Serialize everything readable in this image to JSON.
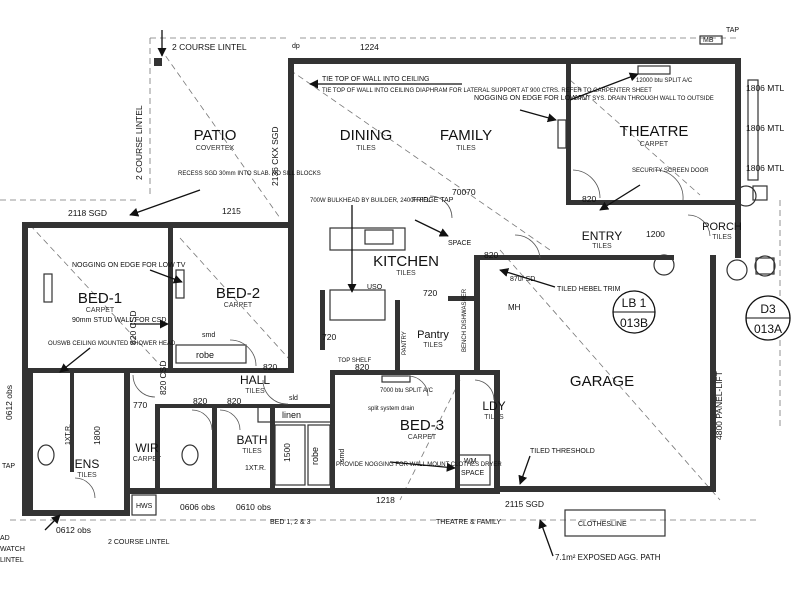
{
  "rooms": [
    {
      "name": "PATIO",
      "sub": "COVERTEX"
    },
    {
      "name": "DINING",
      "sub": "TILES"
    },
    {
      "name": "FAMILY",
      "sub": "TILES"
    },
    {
      "name": "THEATRE",
      "sub": "CARPET"
    },
    {
      "name": "KITCHEN",
      "sub": "TILES"
    },
    {
      "name": "ENTRY",
      "sub": "TILES"
    },
    {
      "name": "PORCH",
      "sub": "TILES"
    },
    {
      "name": "BED-1",
      "sub": "CARPET"
    },
    {
      "name": "BED-2",
      "sub": "CARPET"
    },
    {
      "name": "BED-3",
      "sub": "CARPET"
    },
    {
      "name": "GARAGE",
      "sub": ""
    },
    {
      "name": "HALL",
      "sub": "TILES"
    },
    {
      "name": "BATH",
      "sub": "TILES"
    },
    {
      "name": "ENS",
      "sub": "TILES"
    },
    {
      "name": "WIR",
      "sub": "CARPET"
    },
    {
      "name": "LDY",
      "sub": "TILES"
    },
    {
      "name": "Pantry",
      "sub": "TILES"
    }
  ],
  "dimensions": {
    "top_lintel": "2 COURSE LINTEL",
    "d1224": "1224",
    "side_lintel": "2 COURSE LINTEL",
    "sgd2136": "2136 CKX SGD",
    "sgd2118": "2118 SGD",
    "d1215": "1215",
    "mtl1": "1806 MTL",
    "mtl2": "1806 MTL",
    "mtl3": "1806 MTL",
    "d820a": "820",
    "d1200": "1200",
    "d820b": "820",
    "d820c": "820",
    "d820d": "820",
    "d720a": "720",
    "d720b": "720",
    "d770": "770",
    "d820e": "820",
    "d820f": "820",
    "ob0612": "0612 obs",
    "ob0612b": "0612 obs",
    "ob0606": "0606 obs",
    "ob0610": "0610 obs",
    "d1218": "1218",
    "sgd2115": "2115 SGD",
    "panel_lift": "4800 PANEL-LIFT",
    "d1500": "1500",
    "d1800": "1800",
    "d820csd": "820 CSD",
    "d820csd2": "820 CSD",
    "d70070": "70070",
    "bulk": "700W BULKHEAD BY BUILDER, 2400H FFL",
    "d870": "870/ SD"
  },
  "notes": {
    "tie_top": "TIE TOP OF WALL INTO CEILING DIAPHRAM FOR LATERAL SUPPORT AT 900 CTRS. REFER TO CARPENTER SHEET",
    "nogging_tv1": "NOGGING ON EDGE FOR LOW TV",
    "nogging_tv2": "NOGGING ON EDGE FOR LOW TV",
    "split_drain": "SPLIT SYS. DRAIN THROUGH WALL TO OUTSIDE",
    "split_ac": "12000 btu SPLIT A/C",
    "recess_sgd": "RECESS SGD 30mm INTO SLAB. NO SILL BLOCKS",
    "fridge_tap": "FRIDGE TAP",
    "security": "SECURITY SCREEN DOOR",
    "tiled_hebel": "TILED HEBEL TRIM",
    "stud_wall": "90mm STUD WALL FOR CSD",
    "shower": "OUSWB CEILING MOUNTED SHOWER HEAD",
    "dryer": "PROVIDE NOGGING FOR WALL MOUNT CLOTHES DRYER",
    "tiled_threshold": "TILED THRESHOLD",
    "clothesline": "CLOTHESLINE",
    "agg_path": "7.1m² EXPOSED AGG. PATH",
    "bed123": "BED 1, 2 & 3",
    "theatre_family": "THEATRE & FAMILY",
    "split_bed3": "7000 btu SPLIT A/C",
    "split_bed3_drain": "split system drain",
    "bench": "BENCH DISHWASHER",
    "top_shelf": "TOP SHELF",
    "pantry_v": "PANTRY",
    "robe": "robe",
    "robe2": "robe",
    "linen": "linen",
    "smd": "smd",
    "smd2": "smd",
    "sld": "sld",
    "space": "SPACE",
    "wm": "WM",
    "wm_space": "SPACE",
    "mh": "MH",
    "mb": "MB",
    "tap": "TAP",
    "tap2": "TAP",
    "hws": "HWS",
    "bottom_lintel": "2 COURSE LINTEL",
    "left_ad": "AD",
    "left_watch": "WATCH",
    "left_lintel": "LINTEL",
    "uso": "USO",
    "dp": "dp",
    "ext": "1XT.R.",
    "ext2": "1XT.R."
  },
  "tags": {
    "lb1_top": "LB 1",
    "lb1_bottom": "013B",
    "d3_top": "D3",
    "d3_bottom": "013A"
  }
}
